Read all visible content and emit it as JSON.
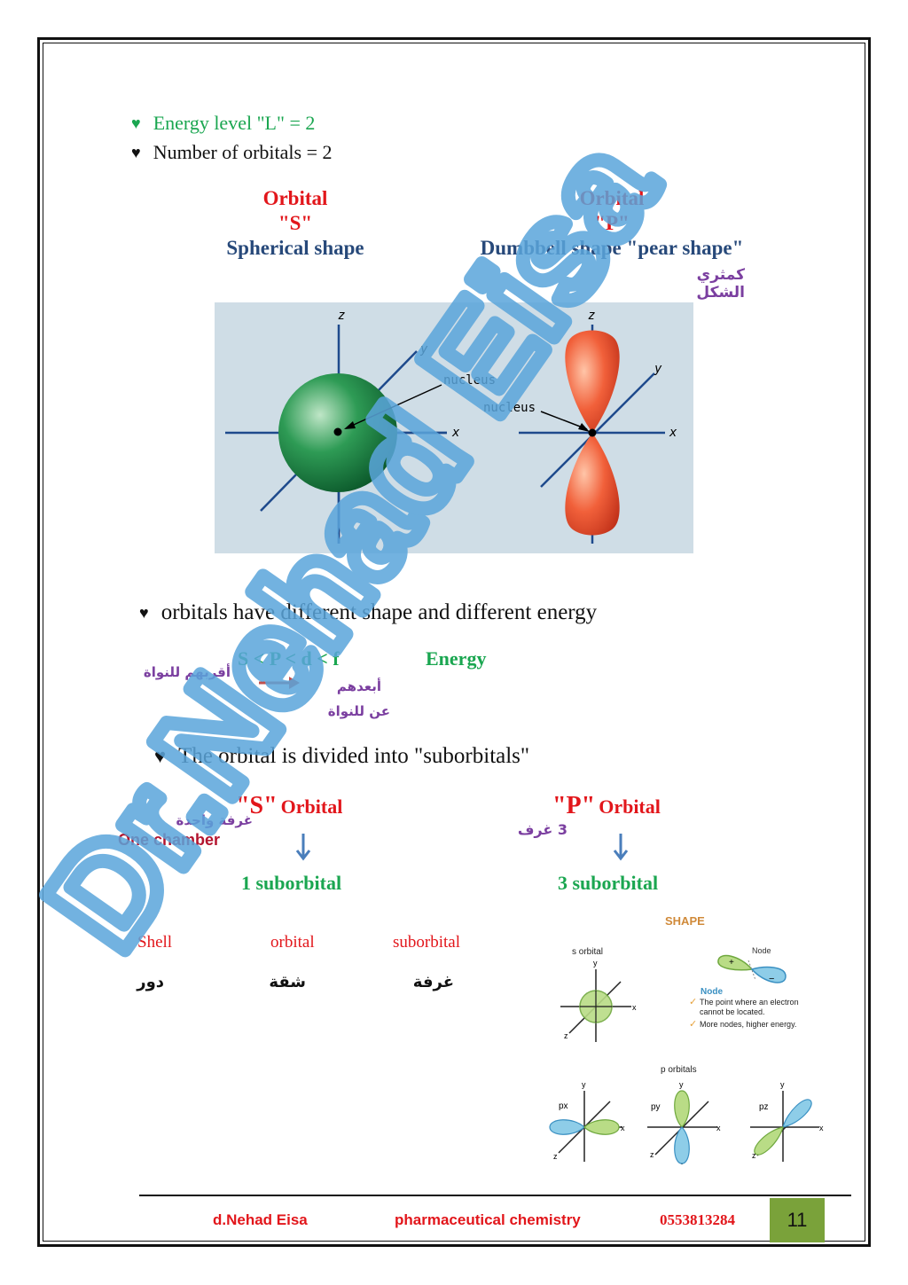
{
  "bullets": {
    "energy_level": "Energy level \"L\" = 2",
    "num_orbitals": "Number  of orbitals = 2",
    "different_shape": "orbitals have different shape and different energy",
    "divided": "The orbital is divided into \"suborbitals\""
  },
  "s_column": {
    "line1": "Orbital",
    "line2": "\"S\"",
    "line3": "Spherical shape"
  },
  "p_column": {
    "line1": "Orbital",
    "line2": "\"P\"",
    "line3": "Dumbbell shape \"pear shape\"",
    "arabic": "كمثري الشكل"
  },
  "figure": {
    "axis_z": "z",
    "axis_y": "y",
    "axis_x": "x",
    "nucleus_label": "nucleus"
  },
  "energy": {
    "order": "S < P < d < f",
    "label": "Energy",
    "closest_ar": "أقربهم للنواة",
    "farthest_ar_1": "أبعدهم",
    "farthest_ar_2": "عن للنواة"
  },
  "s_orbital": {
    "title_q": "\"S\"",
    "title_word": "Orbital",
    "arabic": "غرفة واحدة",
    "english": "One chamber",
    "result": "1 suborbital"
  },
  "p_orbital": {
    "title_q": "\"P\"",
    "title_word": "Orbital",
    "arabic": "3 غرف",
    "result": "3 suborbital"
  },
  "table": {
    "headers": [
      "Shell",
      "orbital",
      "suborbital"
    ],
    "arabic": [
      "دور",
      "شقة",
      "غرفة"
    ]
  },
  "shape_panel": {
    "title": "SHAPE",
    "s_label": "s orbital",
    "node_label": "Node",
    "node_title": "Node",
    "node_desc_1": "The point where an electron",
    "node_desc_2": "cannot be located.",
    "node_desc_3": "More nodes, higher energy.",
    "p_label": "p orbitals",
    "px": "px",
    "py": "py",
    "pz": "pz",
    "x": "x",
    "y": "y",
    "z": "z",
    "plus": "+",
    "minus": "−"
  },
  "watermark": "Dr.Nehad Eisa",
  "footer": {
    "author": "d.Nehad Eisa",
    "subject": "pharmaceutical chemistry",
    "phone": "0553813284",
    "page": "11"
  },
  "colors": {
    "green": "#1aa650",
    "red": "#e2161b",
    "navy": "#27497a",
    "purple": "#7b3fa0",
    "watermark": "#5aa5db",
    "pagebox": "#7aa23a"
  }
}
